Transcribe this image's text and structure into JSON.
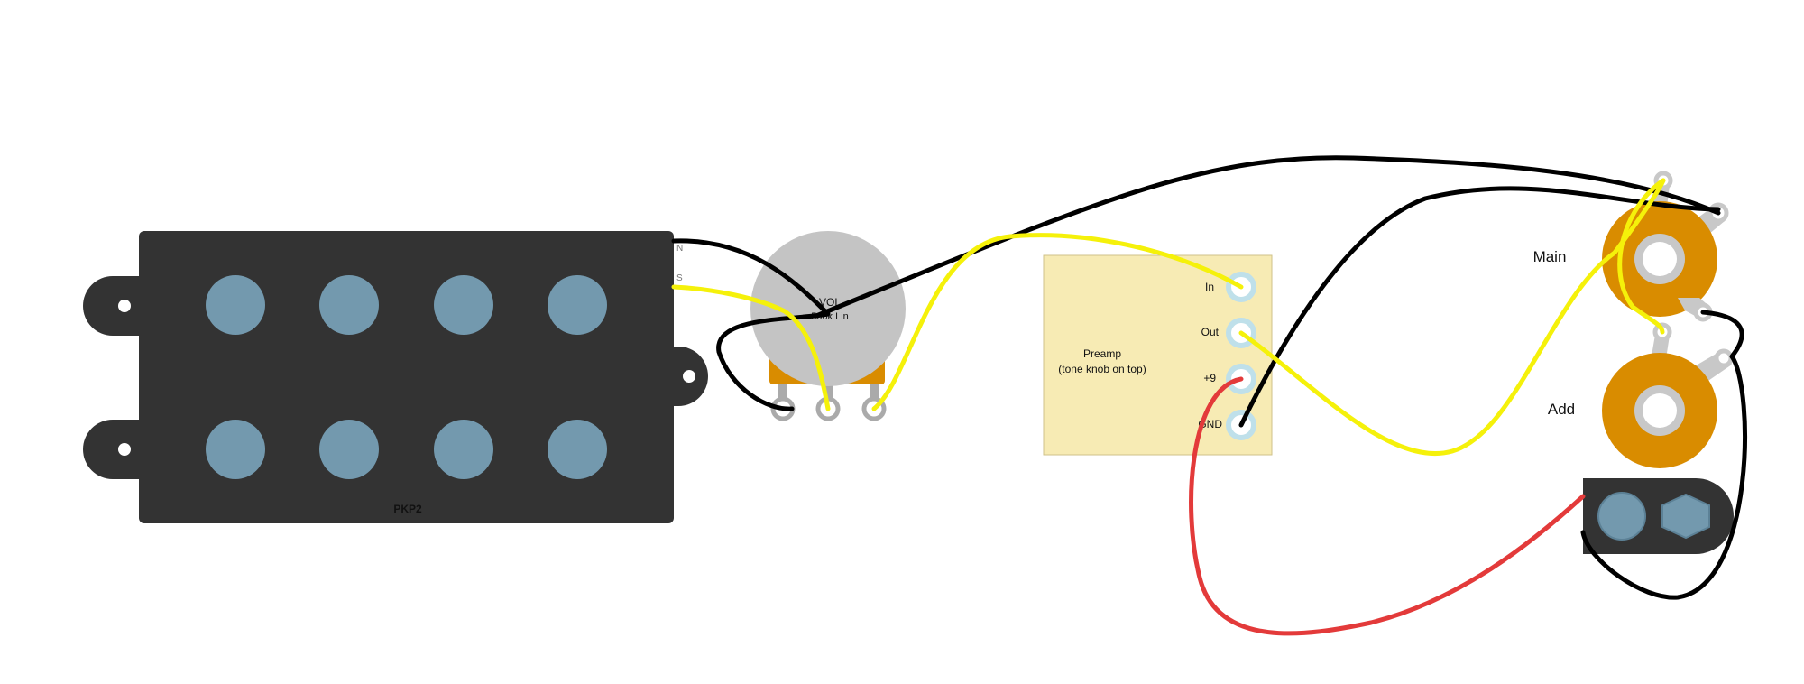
{
  "pickup": {
    "label": "PKP2",
    "lead_north": "N",
    "lead_south": "S"
  },
  "volume_pot": {
    "label_line1": "VOL",
    "label_line2": "500k Lin"
  },
  "preamp": {
    "title_line1": "Preamp",
    "title_line2": "(tone knob on top)",
    "terminals": {
      "in": "In",
      "out": "Out",
      "plus9": "+9",
      "gnd": "GND"
    }
  },
  "jacks": {
    "main": "Main",
    "add": "Add"
  },
  "colors": {
    "pickup_body": "#333333",
    "pole_piece": "#7399ae",
    "pot_body": "#c4c4c4",
    "pot_base": "#d98c00",
    "preamp_board": "#f7ebb4",
    "jack_body": "#d98c00",
    "wire_black": "#000000",
    "wire_yellow": "#f5f10a",
    "wire_red": "#e33a3a"
  }
}
